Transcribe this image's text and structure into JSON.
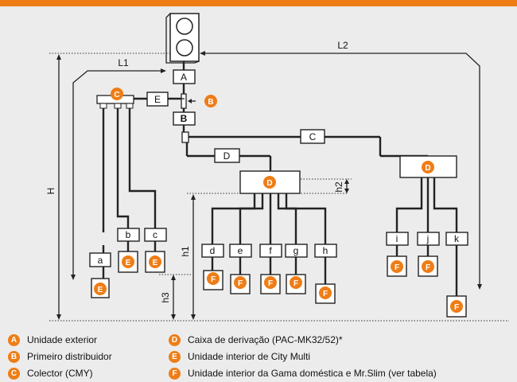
{
  "diagram": {
    "segments": {
      "A": "A",
      "B": "B",
      "C": "C",
      "D": "D",
      "E": "E",
      "a": "a",
      "b": "b",
      "c": "c",
      "d": "d",
      "e": "e",
      "f": "f",
      "g": "g",
      "h": "h",
      "i": "i",
      "j": "j",
      "k": "k"
    },
    "dimensions": {
      "L1": "L1",
      "L2": "L2",
      "H": "H",
      "h1": "h1",
      "h2": "h2",
      "h3": "h3"
    }
  },
  "legend": {
    "A": {
      "badge": "A",
      "text": "Unidade exterior"
    },
    "B": {
      "badge": "B",
      "text": "Primeiro distribuidor"
    },
    "C": {
      "badge": "C",
      "text": "Colector (CMY)"
    },
    "D": {
      "badge": "D",
      "text": "Caixa de derivação (PAC-MK32/52)*"
    },
    "E": {
      "badge": "E",
      "text": "Unidade interior de City Multi"
    },
    "F": {
      "badge": "F",
      "text": "Unidade interior da Gama doméstica e Mr.Slim (ver tabela)"
    }
  },
  "colors": {
    "accent": "#ef7d16",
    "background": "#ececec",
    "line": "#222222"
  }
}
